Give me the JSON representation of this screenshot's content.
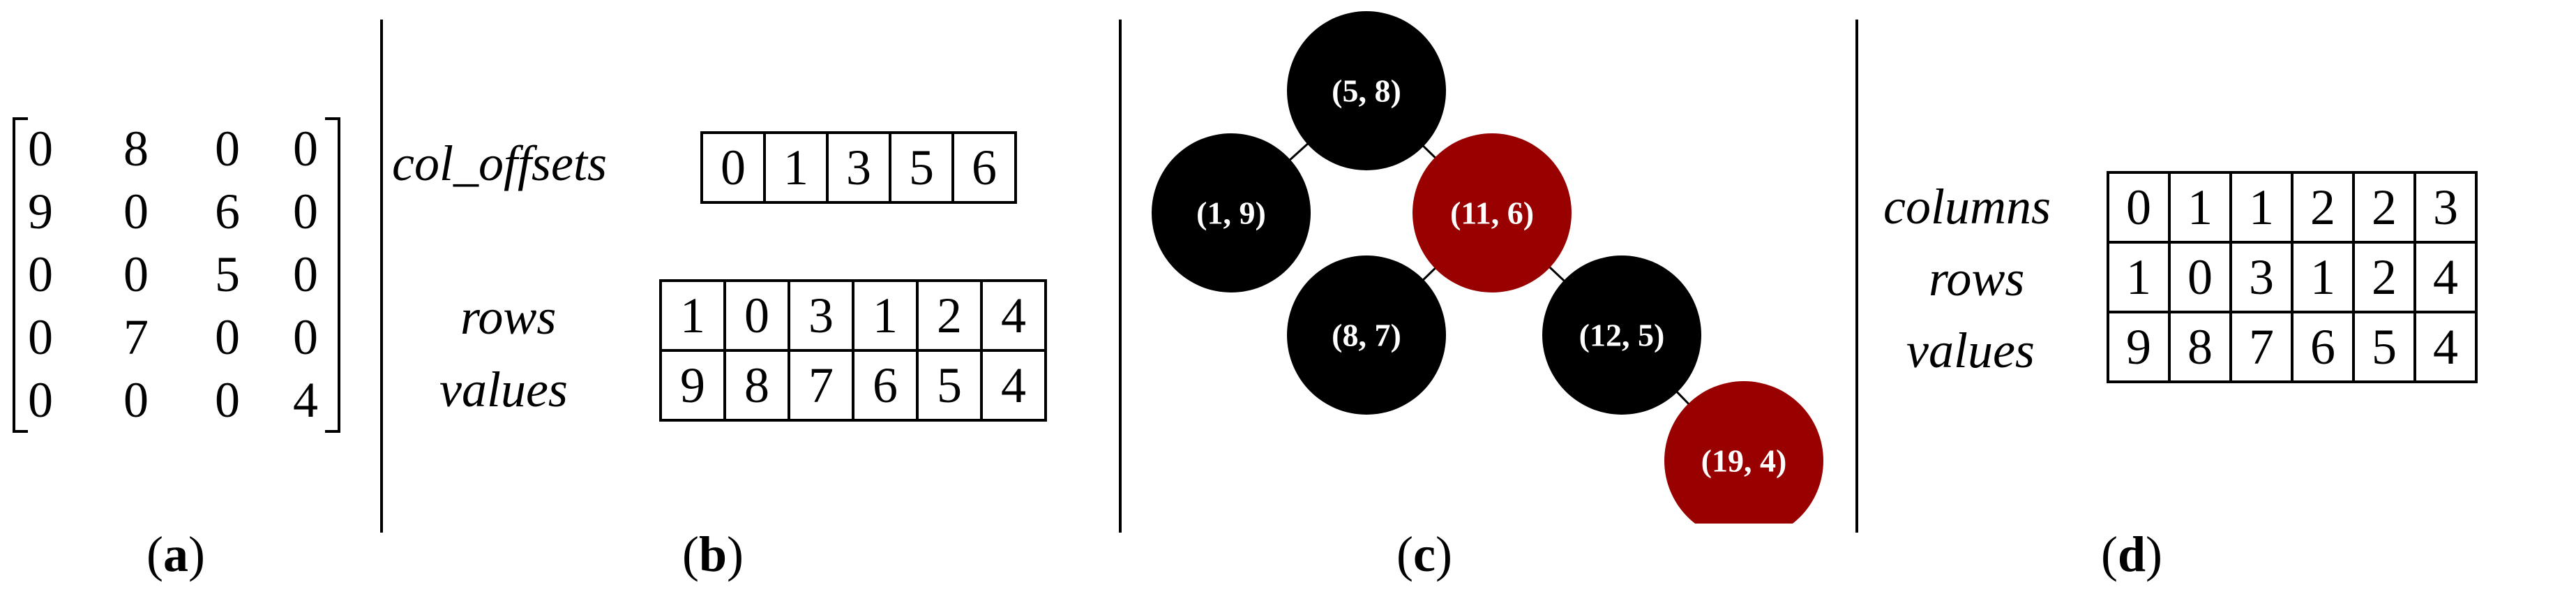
{
  "panel_a": {
    "label": "a",
    "matrix": [
      [
        "0",
        "8",
        "0",
        "0"
      ],
      [
        "9",
        "0",
        "6",
        "0"
      ],
      [
        "0",
        "0",
        "5",
        "0"
      ],
      [
        "0",
        "7",
        "0",
        "0"
      ],
      [
        "0",
        "0",
        "0",
        "4"
      ]
    ]
  },
  "panel_b": {
    "label": "b",
    "col_offsets_label": "col_offsets",
    "col_offsets": [
      "0",
      "1",
      "3",
      "5",
      "6"
    ],
    "rows_label": "rows",
    "values_label": "values",
    "rows": [
      "1",
      "0",
      "3",
      "1",
      "2",
      "4"
    ],
    "values": [
      "9",
      "8",
      "7",
      "6",
      "5",
      "4"
    ]
  },
  "panel_c": {
    "label": "c",
    "nodes": [
      {
        "text": "(5, 8)",
        "color": "#000000"
      },
      {
        "text": "(1, 9)",
        "color": "#000000"
      },
      {
        "text": "(11, 6)",
        "color": "#990000"
      },
      {
        "text": "(8, 7)",
        "color": "#000000"
      },
      {
        "text": "(12, 5)",
        "color": "#000000"
      },
      {
        "text": "(19, 4)",
        "color": "#990000"
      }
    ]
  },
  "panel_d": {
    "label": "d",
    "columns_label": "columns",
    "rows_label": "rows",
    "values_label": "values",
    "columns": [
      "0",
      "1",
      "1",
      "2",
      "2",
      "3"
    ],
    "rows": [
      "1",
      "0",
      "3",
      "1",
      "2",
      "4"
    ],
    "values": [
      "9",
      "8",
      "7",
      "6",
      "5",
      "4"
    ]
  }
}
